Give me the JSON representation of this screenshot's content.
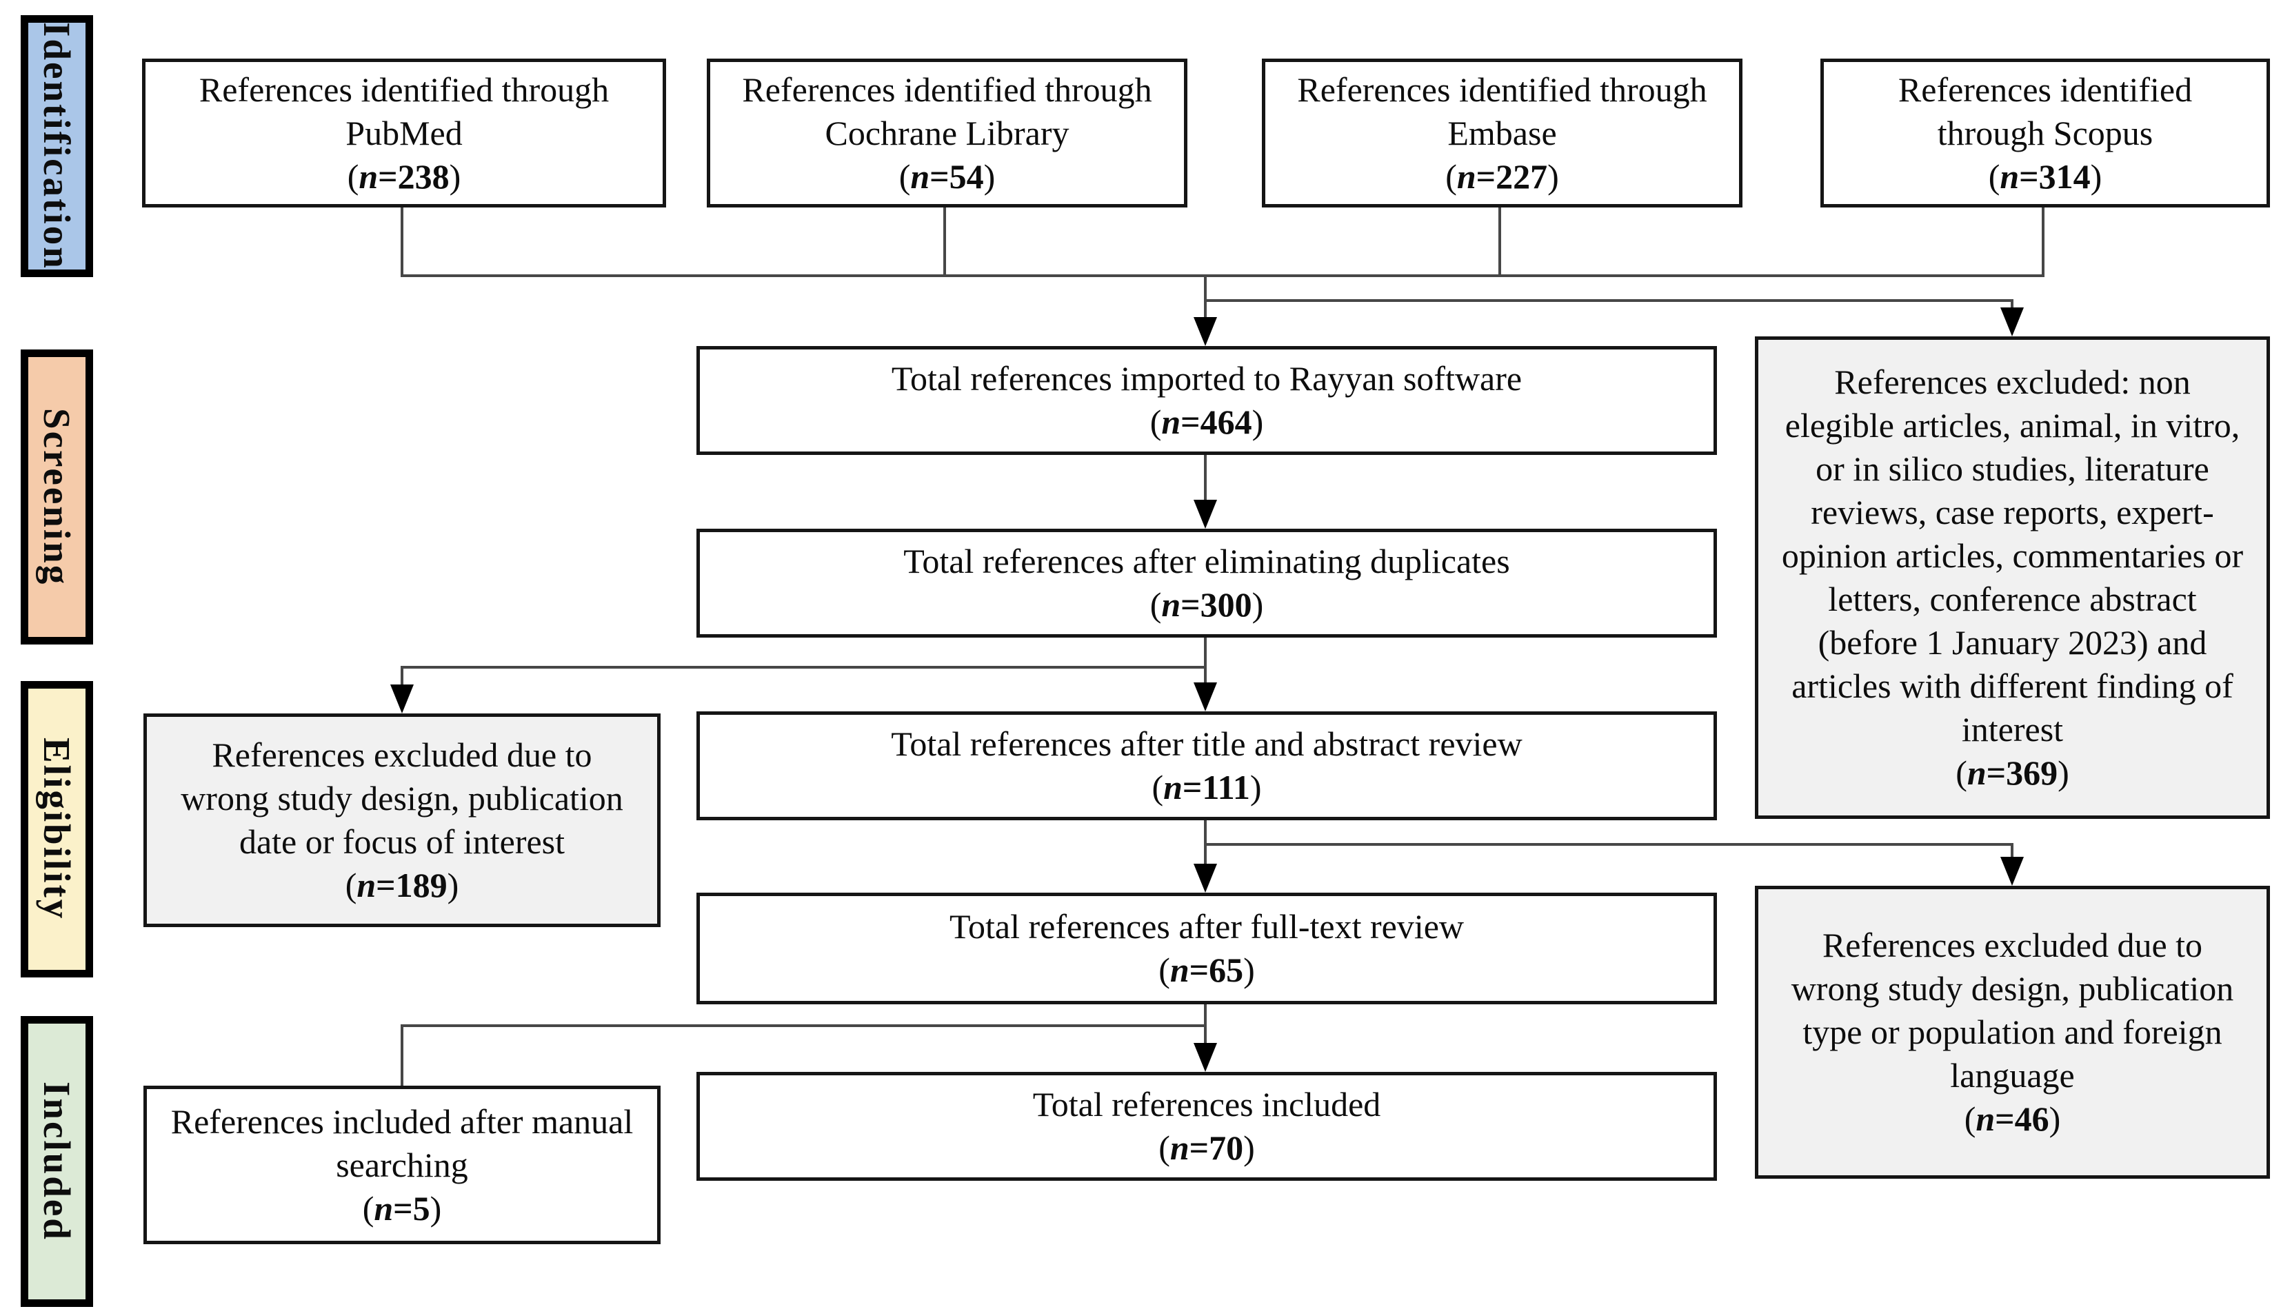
{
  "diagram": "PRISMA reference selection flow",
  "glyphs": {
    "open": "(",
    "n": "n",
    "eq": "=",
    "close": ")"
  },
  "sidebar": {
    "identification": {
      "label": "Identification",
      "color": "#aac6e8"
    },
    "screening": {
      "label": "Screening",
      "color": "#f5cbaa"
    },
    "eligibility": {
      "label": "Eligibility",
      "color": "#fbf1ca"
    },
    "included": {
      "label": "Included",
      "color": "#dcead6"
    }
  },
  "boxes": {
    "pubmed": {
      "text": "References identified through PubMed",
      "n": "238"
    },
    "cochrane": {
      "text": "References identified through Cochrane Library",
      "n": "54"
    },
    "embase": {
      "text": "References identified through Embase",
      "n": "227"
    },
    "scopus": {
      "text": "References identified through Scopus",
      "n": "314"
    },
    "rayyan": {
      "text": "Total references imported to Rayyan software",
      "n": "464"
    },
    "duplicates": {
      "text": "Total references after eliminating duplicates",
      "n": "300"
    },
    "title_abstract": {
      "text": "Total references after title and abstract review",
      "n": "111"
    },
    "fulltext": {
      "text": "Total references after full-text review",
      "n": "65"
    },
    "included_total": {
      "text": "Total references included",
      "n": "70"
    },
    "manual": {
      "text": "References included after manual searching",
      "n": "5"
    },
    "excluded_screening": {
      "text": "References excluded: non elegible articles, animal, in vitro, or in silico studies, literature reviews, case reports, expert-opinion articles, commentaries or letters, conference abstract (before 1 January 2023) and articles with different finding of interest",
      "n": "369"
    },
    "excluded_title": {
      "text": "References excluded due to wrong study design, publication date or focus of interest",
      "n": "189"
    },
    "excluded_fulltext": {
      "text": "References excluded due to wrong study design, publication type or population and foreign language",
      "n": "46"
    }
  }
}
